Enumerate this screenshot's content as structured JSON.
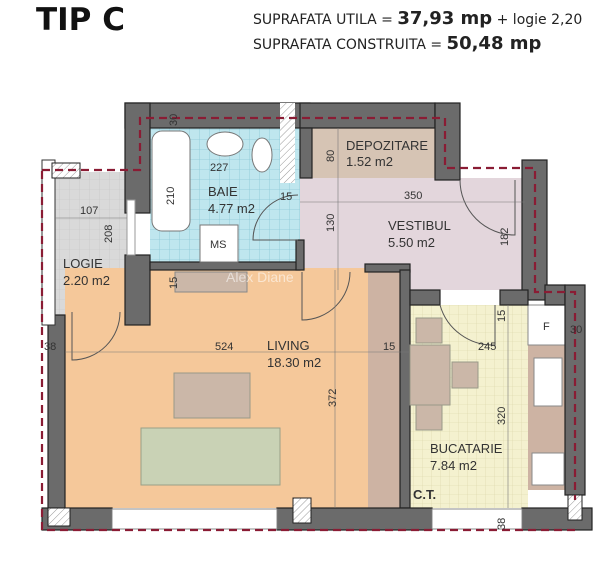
{
  "header": {
    "title": "TIP C",
    "useful_area_label": "SUPRAFATA UTILA = ",
    "useful_area_value": "37,93 mp",
    "useful_area_extra": " + logie 2,20",
    "built_area_label": "SUPRAFATA CONSTRUITA = ",
    "built_area_value": "50,48 mp"
  },
  "rooms": {
    "baie": {
      "name": "BAIE",
      "area": "4.77 m2"
    },
    "depozitare": {
      "name": "DEPOZITARE",
      "area": "1.52 m2"
    },
    "vestibul": {
      "name": "VESTIBUL",
      "area": "5.50 m2"
    },
    "logie": {
      "name": "LOGIE",
      "area": "2.20 m2"
    },
    "living": {
      "name": "LIVING",
      "area": "18.30 m2"
    },
    "bucatarie": {
      "name": "BUCATARIE",
      "area": "7.84 m2"
    }
  },
  "fixtures": {
    "washing_machine": "MS",
    "fridge": "F",
    "boiler": "C.T."
  },
  "dimensions": {
    "wall_top": "30",
    "bath_width": "227",
    "bath_length": "210",
    "bath_door": "15",
    "logie_width": "107",
    "logie_depth": "208",
    "depo_depth": "80",
    "vest_width": "350",
    "vest_left": "130",
    "vest_right": "182",
    "living_door": "15",
    "living_width": "524",
    "living_depth": "372",
    "living_left": "38",
    "living_right": "15",
    "kitchen_door": "15",
    "kitchen_width": "245",
    "kitchen_depth": "320",
    "kitchen_bottom": "38",
    "wall_right": "30"
  },
  "watermark": "Alex Diane",
  "colors": {
    "bath": "#bfe6ee",
    "living": "#f5c89a",
    "vestibul": "#e3d6dc",
    "kitchen": "#f4f1cf",
    "depozitare": "#d6c4b4",
    "logie": "#d9d9d9",
    "perimeter": "#8a1c34"
  }
}
